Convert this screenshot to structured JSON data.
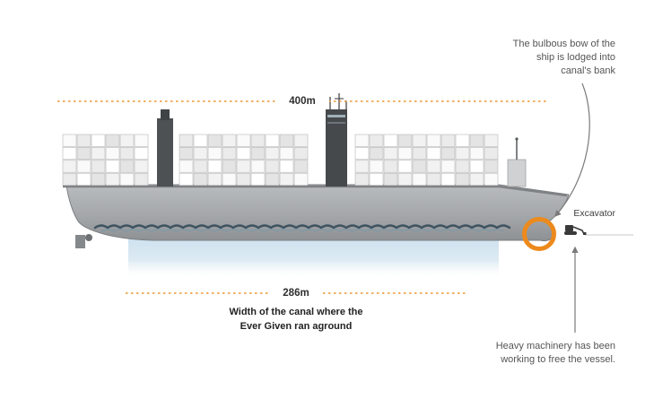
{
  "measurements": {
    "ship_length_label": "400m",
    "canal_width_label": "286m",
    "ship_length_m": 400,
    "canal_width_m": 286
  },
  "caption": {
    "line1": "Width of the canal where the",
    "line2": "Ever Given ran aground"
  },
  "bow_note": {
    "line1": "The bulbous bow of the",
    "line2": "ship is lodged into",
    "line3": "canal's bank"
  },
  "excavator_label": "Excavator",
  "machinery_note": {
    "line1": "Heavy machinery has been",
    "line2": "working to free the vessel."
  },
  "colors": {
    "accent_orange": "#ee8f1f",
    "hull_gray": "#a6a9ac",
    "water_blue": "#c7ddeb",
    "wave_dark": "#3e5260",
    "arrow_gray": "#7a7a7a",
    "text_dark": "#3f3f3f"
  },
  "icons": {
    "excavator": "excavator-icon",
    "bow_highlight": "bow-highlight-circle"
  }
}
